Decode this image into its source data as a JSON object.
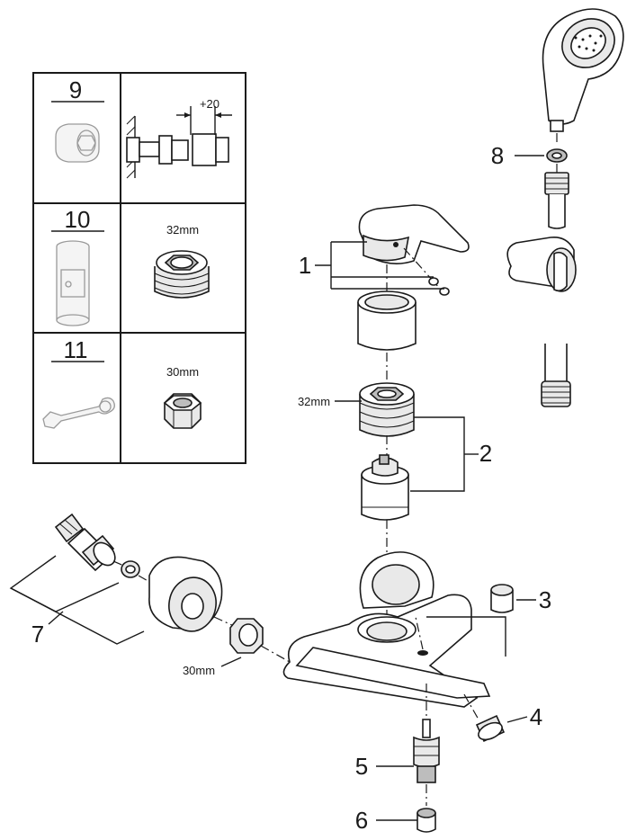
{
  "table": {
    "rows": [
      {
        "num": "9",
        "dim_label": "+20"
      },
      {
        "num": "10",
        "dim_label": "32mm"
      },
      {
        "num": "11",
        "dim_label": "30mm"
      }
    ]
  },
  "callouts": {
    "c1": "1",
    "c2": "2",
    "c3": "3",
    "c4": "4",
    "c5": "5",
    "c6": "6",
    "c7": "7",
    "c8": "8"
  },
  "dimensions": {
    "nut_32": "32mm",
    "nut_30": "30mm"
  }
}
